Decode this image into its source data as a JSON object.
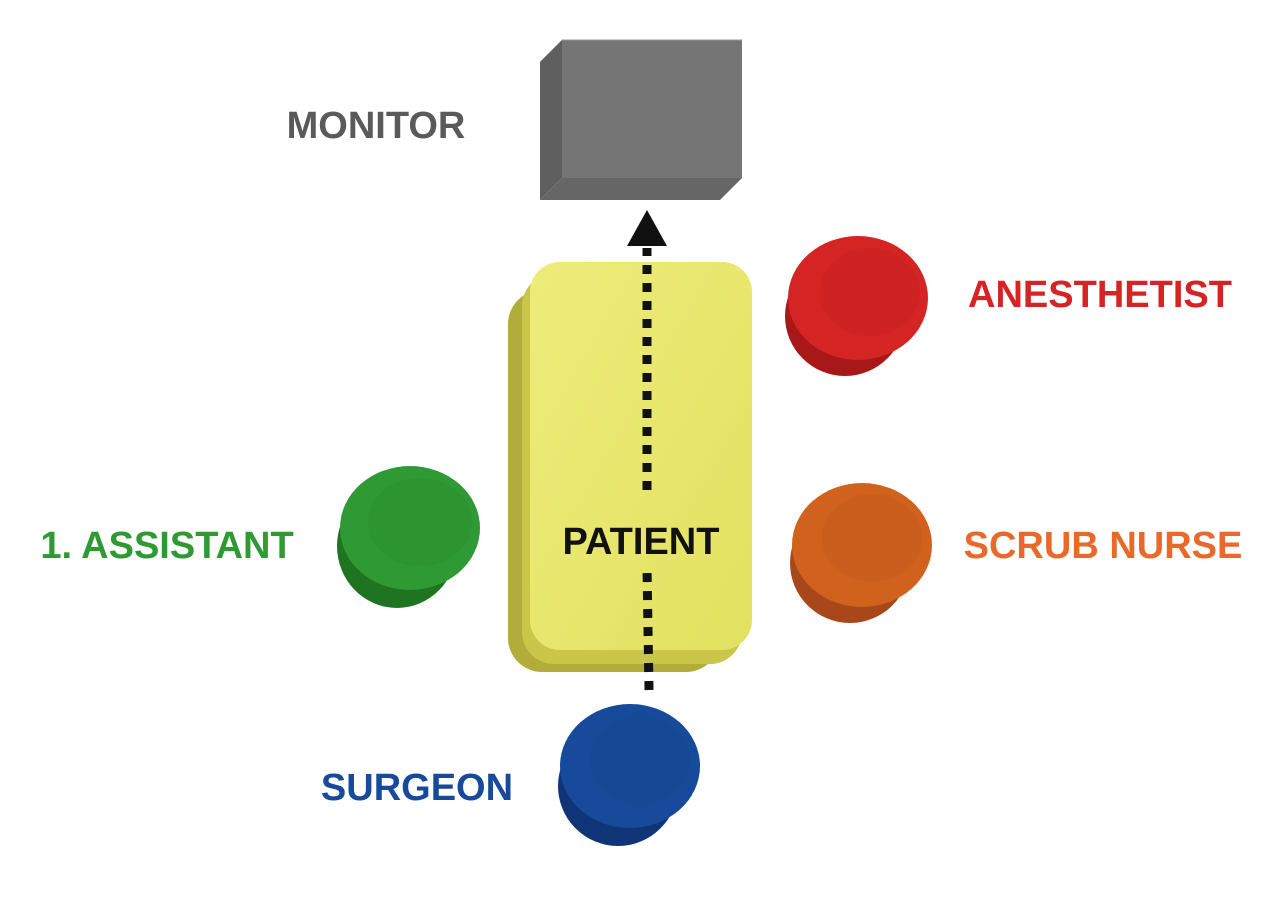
{
  "labels": {
    "monitor": "MONITOR",
    "anesthetist": "ANESTHETIST",
    "assistant": "1. ASSISTANT",
    "patient": "PATIENT",
    "scrub_nurse": "SCRUB NURSE",
    "surgeon": "SURGEON"
  },
  "colors": {
    "monitor": "#707070",
    "monitor_label": "#5a5a5a",
    "patient": "#e8e66a",
    "anesthetist": "#d42424",
    "assistant": "#2f9a33",
    "scrub_nurse": "#d0621e",
    "scrub_nurse_label": "#e8692a",
    "surgeon": "#174a9a",
    "arrow": "#111111"
  }
}
